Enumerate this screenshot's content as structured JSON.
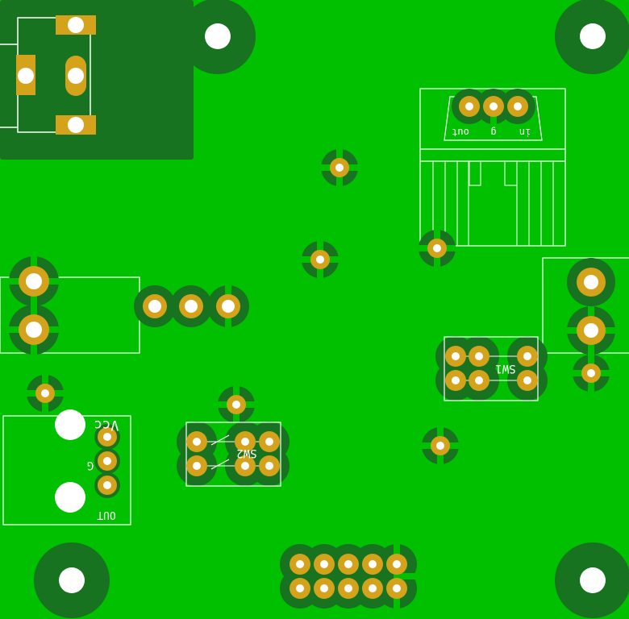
{
  "colors": {
    "board": "#00c000",
    "copper_pour": "#17731f",
    "pad": "#d4a21b",
    "hole": "#ffffff",
    "silkscreen": "#ffffff"
  },
  "silkscreen_labels": {
    "regulator_out": "out",
    "regulator_gnd": "g",
    "regulator_in": "in",
    "switch_1": "SW1",
    "switch_2": "SW2",
    "connector_vcc": "Vcc",
    "connector_gnd": "G",
    "connector_out": "OUT"
  }
}
